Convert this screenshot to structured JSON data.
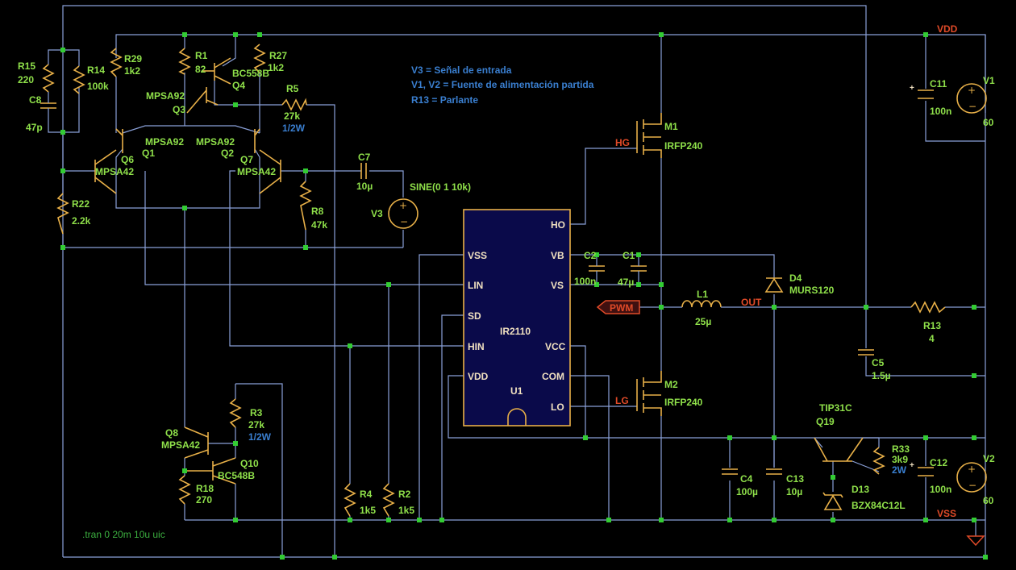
{
  "notes": {
    "line1": "V3 = Señal de entrada",
    "line2": "V1, V2 = Fuente de alimentación partida",
    "line3": "R13 = Parlante"
  },
  "directive": ".tran 0 20m 10u uic",
  "nets": {
    "vdd": "VDD",
    "vss": "VSS",
    "hg": "HG",
    "lg": "LG",
    "out": "OUT",
    "pwm": "PWM"
  },
  "ic": {
    "name": "IR2110",
    "ref": "U1",
    "pins_left": [
      "VSS",
      "LIN",
      "SD",
      "HIN",
      "VDD"
    ],
    "pins_right": [
      "HO",
      "VB",
      "VS",
      "VCC",
      "COM",
      "LO"
    ]
  },
  "components": {
    "R15": {
      "ref": "R15",
      "val": "220"
    },
    "R14": {
      "ref": "R14",
      "val": "100k"
    },
    "C8": {
      "ref": "C8",
      "val": "47p"
    },
    "R29": {
      "ref": "R29",
      "val": "1k2"
    },
    "R1": {
      "ref": "R1",
      "val": "82"
    },
    "Q4": {
      "model": "BC558B",
      "ref": "Q4"
    },
    "R27": {
      "ref": "R27",
      "val": "1k2"
    },
    "Q3": {
      "model": "MPSA92",
      "ref": "Q3"
    },
    "R5": {
      "ref": "R5",
      "val": "27k",
      "power": "1/2W"
    },
    "Q1": {
      "model": "MPSA92",
      "ref": "Q1"
    },
    "Q2": {
      "model": "MPSA92",
      "ref": "Q2"
    },
    "Q6": {
      "ref": "Q6",
      "model": "MPSA42"
    },
    "Q7": {
      "ref": "Q7",
      "model": "MPSA42"
    },
    "C7": {
      "ref": "C7",
      "val": "10µ"
    },
    "V3": {
      "ref": "V3",
      "val": "SINE(0 1 10k)"
    },
    "R8": {
      "ref": "R8",
      "val": "47k"
    },
    "R22": {
      "ref": "R22",
      "val": "2.2k"
    },
    "M1": {
      "ref": "M1",
      "model": "IRFP240"
    },
    "M2": {
      "ref": "M2",
      "model": "IRFP240"
    },
    "C2": {
      "ref": "C2",
      "val": "100n"
    },
    "C1": {
      "ref": "C1",
      "val": "47µ"
    },
    "D4": {
      "ref": "D4",
      "model": "MURS120"
    },
    "L1": {
      "ref": "L1",
      "val": "25µ"
    },
    "R13": {
      "ref": "R13",
      "val": "4"
    },
    "C5": {
      "ref": "C5",
      "val": "1.5µ"
    },
    "C11": {
      "ref": "C11",
      "val": "100n"
    },
    "V1": {
      "ref": "V1",
      "val": "60"
    },
    "V2": {
      "ref": "V2",
      "val": "60"
    },
    "C12": {
      "ref": "C12",
      "val": "100n"
    },
    "Q19": {
      "model": "TIP31C",
      "ref": "Q19"
    },
    "R33": {
      "ref": "R33",
      "val": "3k9",
      "power": "2W"
    },
    "D13": {
      "ref": "D13",
      "model": "BZX84C12L"
    },
    "C4": {
      "ref": "C4",
      "val": "100µ"
    },
    "C13": {
      "ref": "C13",
      "val": "10µ"
    },
    "R3": {
      "ref": "R3",
      "val": "27k",
      "power": "1/2W"
    },
    "Q8": {
      "ref": "Q8",
      "model": "MPSA42"
    },
    "Q10": {
      "ref": "Q10",
      "model": "BC548B"
    },
    "R18": {
      "ref": "R18",
      "val": "270"
    },
    "R4": {
      "ref": "R4",
      "val": "1k5"
    },
    "R2": {
      "ref": "R2",
      "val": "1k5"
    }
  }
}
